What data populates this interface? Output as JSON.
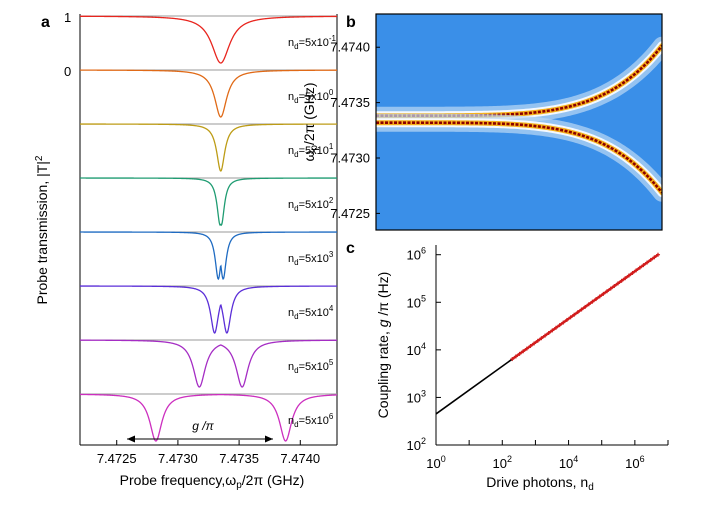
{
  "chart_data": [
    {
      "panel": "a",
      "type": "line",
      "xlabel": "Probe frequency, ω_p/2π (GHz)",
      "ylabel": "Probe transmission, |T|²",
      "xlim": [
        7.4722,
        7.4743
      ],
      "xticks": [
        "7.4725",
        "7.4730",
        "7.4735",
        "7.4740"
      ],
      "xtick_values": [
        7.4725,
        7.473,
        7.4735,
        7.474
      ],
      "yticks": [
        "1",
        "0"
      ],
      "traces": [
        {
          "label_base": "5x10",
          "label_exp": "-1",
          "color": "#e8251e",
          "splitting_ghz": 0.0,
          "width_ghz": 9e-05
        },
        {
          "label_base": "5x10",
          "label_exp": "0",
          "color": "#e06a17",
          "splitting_ghz": 0.0,
          "width_ghz": 6e-05
        },
        {
          "label_base": "5x10",
          "label_exp": "1",
          "color": "#bd9c16",
          "splitting_ghz": 0.0,
          "width_ghz": 4e-05
        },
        {
          "label_base": "5x10",
          "label_exp": "2",
          "color": "#1f9c72",
          "splitting_ghz": 1e-05,
          "width_ghz": 3e-05
        },
        {
          "label_base": "5x10",
          "label_exp": "3",
          "color": "#1f6bc2",
          "splitting_ghz": 4e-05,
          "width_ghz": 3e-05
        },
        {
          "label_base": "5x10",
          "label_exp": "4",
          "color": "#5b2fd8",
          "splitting_ghz": 0.0001,
          "width_ghz": 4e-05
        },
        {
          "label_base": "5x10",
          "label_exp": "5",
          "color": "#a52dc4",
          "splitting_ghz": 0.00035,
          "width_ghz": 6e-05
        },
        {
          "label_base": "5x10",
          "label_exp": "6",
          "color": "#cc2fbf",
          "splitting_ghz": 0.00106,
          "width_ghz": 6e-05
        }
      ],
      "center_ghz": 7.47335,
      "annotation": "g /π",
      "nd_prefix": "n",
      "nd_sub": "d",
      "nd_eq": "="
    },
    {
      "panel": "b",
      "type": "heatmap",
      "ylabel": "ω_p/2π (GHz)",
      "ylim": [
        7.47235,
        7.4743
      ],
      "yticks": [
        "7.4740",
        "7.4735",
        "7.4730",
        "7.4725"
      ],
      "ytick_values": [
        7.474,
        7.4735,
        7.473,
        7.4725
      ],
      "center_ghz": 7.47335,
      "colors": {
        "background": "#3a8fe8",
        "peak": "#8b0000"
      }
    },
    {
      "panel": "c",
      "type": "line",
      "xlabel": "Drive photons, n_d",
      "ylabel": "Coupling rate, g /π (Hz)",
      "xscale": "log",
      "yscale": "log",
      "xlim": [
        1,
        10000000.0
      ],
      "ylim": [
        100,
        1600000.0
      ],
      "xticks": [
        {
          "base": "10",
          "exp": "0",
          "value": 1
        },
        {
          "base": "10",
          "exp": "2",
          "value": 100
        },
        {
          "base": "10",
          "exp": "4",
          "value": 10000
        },
        {
          "base": "10",
          "exp": "6",
          "value": 1000000
        }
      ],
      "yticks": [
        {
          "base": "10",
          "exp": "2",
          "value": 100
        },
        {
          "base": "10",
          "exp": "3",
          "value": 1000
        },
        {
          "base": "10",
          "exp": "4",
          "value": 10000
        },
        {
          "base": "10",
          "exp": "5",
          "value": 100000
        },
        {
          "base": "10",
          "exp": "6",
          "value": 1000000
        }
      ],
      "series": [
        {
          "color": "#000000",
          "x": [
            1,
            200
          ],
          "y": [
            450,
            6400
          ]
        },
        {
          "color": "#d11c1c",
          "x": [
            200,
            5000000
          ],
          "y": [
            6400,
            1000000
          ]
        }
      ]
    }
  ],
  "panel_labels": [
    "a",
    "b",
    "c"
  ]
}
